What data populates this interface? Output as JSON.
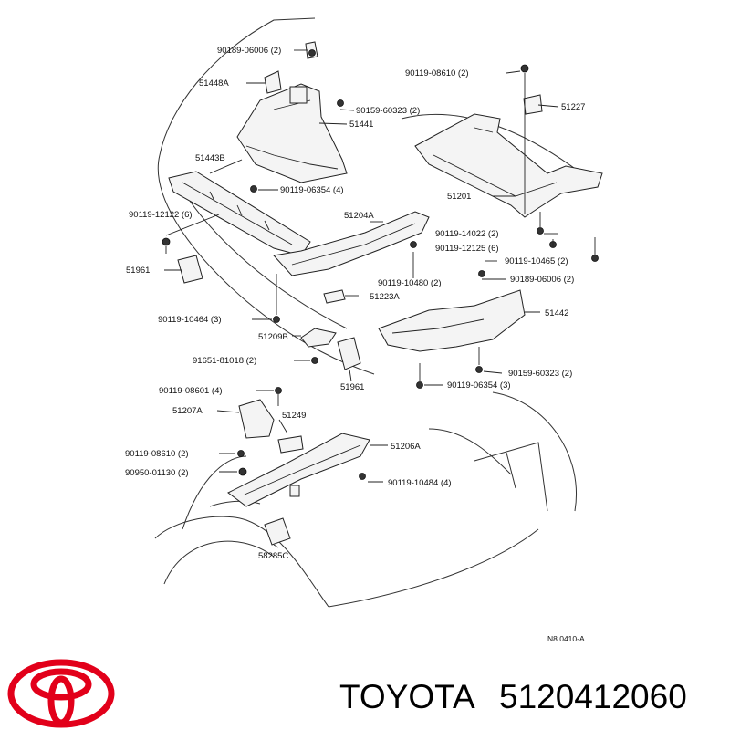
{
  "labels": {
    "l1": "90189-06006 (2)",
    "l2": "51448A",
    "l3": "90119-08610 (2)",
    "l4": "90159-60323 (2)",
    "l5": "51227",
    "l6": "51441",
    "l7": "51443B",
    "l8": "90119-06354 (4)",
    "l9": "51201",
    "l10": "90119-12122 (6)",
    "l11": "51204A",
    "l12": "90119-14022 (2)",
    "l13": "90119-12125 (6)",
    "l14": "90119-10465 (2)",
    "l15": "51961",
    "l16": "90119-10480 (2)",
    "l17": "90189-06006 (2)",
    "l18": "51223A",
    "l19": "51442",
    "l20": "90119-10464 (3)",
    "l21": "51209B",
    "l22": "91651-81018 (2)",
    "l23": "90159-60323 (2)",
    "l24": "90119-06354 (3)",
    "l25": "51961",
    "l26": "90119-08601 (4)",
    "l27": "51207A",
    "l28": "51249",
    "l29": "51206A",
    "l30": "90119-08610 (2)",
    "l31": "90950-01130 (2)",
    "l32": "90119-10484 (4)",
    "l33": "58285C",
    "code": "N8  0410-A"
  },
  "brand": {
    "name": "TOYOTA",
    "part_number": "5120412060",
    "logo_color": "#e2001a"
  }
}
